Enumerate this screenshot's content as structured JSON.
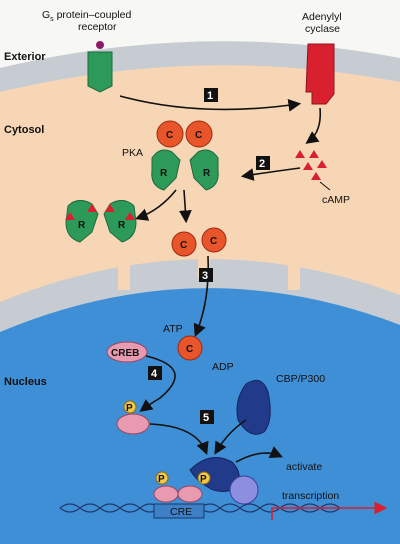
{
  "colors": {
    "exterior": "#f7f7f3",
    "cytosol": "#f7d6b6",
    "membrane": "#c7ccd2",
    "nucleus": "#3f8fd6",
    "pka_c": "#e8552b",
    "pka_r": "#2e9a5a",
    "cyclase": "#d8202e",
    "camp": "#d8202e",
    "cbp": "#223a8a",
    "creb": "#e79ab0",
    "phosphate": "#f2c84b",
    "arrow_red": "#d8202e"
  },
  "labels": {
    "receptor_prefix": "G",
    "receptor_sub": "s",
    "receptor_rest": " protein–coupled",
    "receptor_line2": "receptor",
    "cyclase_line1": "Adenylyl",
    "cyclase_line2": "cyclase",
    "exterior": "Exterior",
    "cytosol": "Cytosol",
    "nucleus": "Nucleus",
    "pka": "PKA",
    "camp": "cAMP",
    "atp": "ATP",
    "adp": "ADP",
    "creb": "CREB",
    "cbp": "CBP/P300",
    "cre": "CRE",
    "activate_line1": "activate",
    "activate_line2": "transcription",
    "c": "C",
    "r": "R",
    "p": "P"
  },
  "steps": [
    "1",
    "2",
    "3",
    "4",
    "5"
  ],
  "icons": [
    "receptor-icon",
    "adenylyl-cyclase-icon",
    "pka-holoenzyme-icon",
    "camp-icon",
    "pka-catalytic-subunit-icon",
    "creb-icon",
    "cbp-p300-icon",
    "dna-icon",
    "phosphate-icon"
  ]
}
